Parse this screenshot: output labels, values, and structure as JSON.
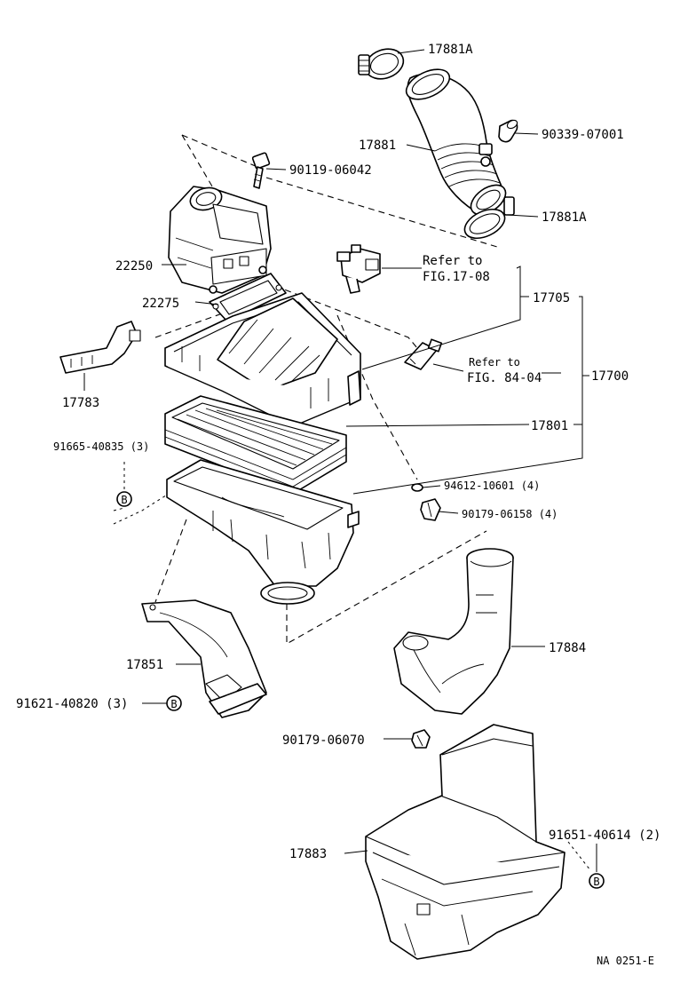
{
  "labels": {
    "p17881A_top": "17881A",
    "p17881": "17881",
    "p90339": "90339-07001",
    "p17881A_bottom": "17881A",
    "p90119": "90119-06042",
    "refer_1708_line1": "Refer to",
    "refer_1708_line2": "FIG.17-08",
    "p22250": "22250",
    "p22275": "22275",
    "p17705": "17705",
    "refer_8404_line1": "Refer to",
    "refer_8404_line2": "FIG. 84-04",
    "p17700": "17700",
    "p17783": "17783",
    "p17801": "17801",
    "p91665": "91665-40835 (3)",
    "p94612": "94612-10601 (4)",
    "p90179_06158": "90179-06158 (4)",
    "ref_b1": "B",
    "p17884": "17884",
    "p17851": "17851",
    "p91621": "91621-40820 (3)",
    "ref_b2": "B",
    "p90179_06070": "90179-06070",
    "p17883": "17883",
    "p91651": "91651-40614 (2)",
    "ref_b3": "B",
    "footer_code": "NA 0251-E"
  }
}
